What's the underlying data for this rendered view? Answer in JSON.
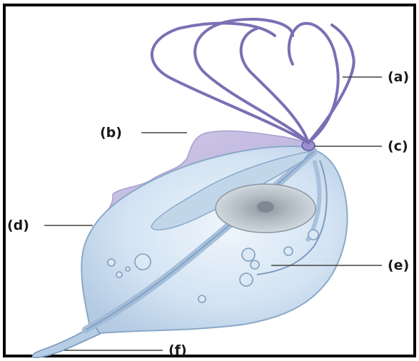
{
  "diagram": {
    "labels": {
      "a": "(a)",
      "b": "(b)",
      "c": "(c)",
      "d": "(d)",
      "e": "(e)",
      "f": "(f)"
    },
    "colors": {
      "border": "#000000",
      "body_fill": "#cfe0f1",
      "body_edge": "#8aa9c9",
      "flagella": "#7b6fb4",
      "membrane": "#b7addb",
      "nucleus": "#a9b2bb",
      "nucleolus": "#7f8893",
      "leader_line": "#444444"
    }
  }
}
